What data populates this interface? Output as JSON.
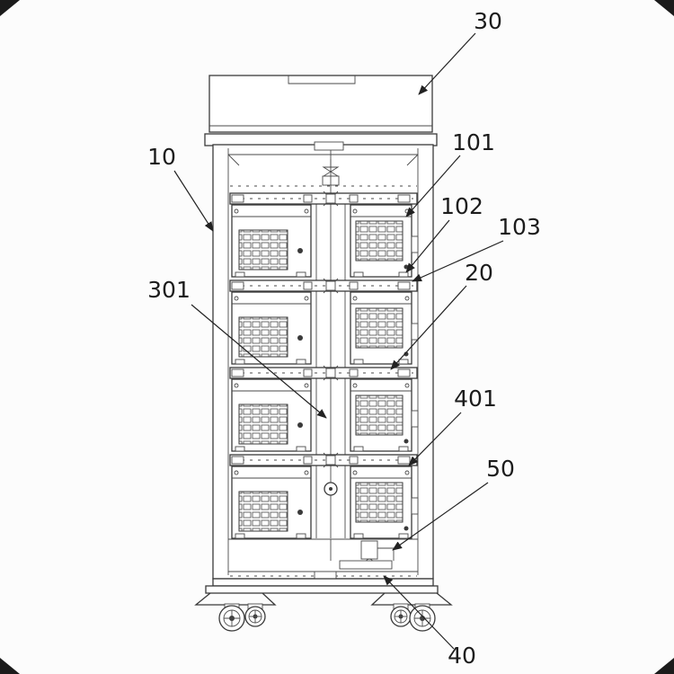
{
  "figure": {
    "background": "#fcfcfc",
    "line_color": "#3a3a3a",
    "label_color": "#1c1c1c",
    "labels": [
      {
        "text": "30"
      },
      {
        "text": "10"
      },
      {
        "text": "101"
      },
      {
        "text": "102"
      },
      {
        "text": "103"
      },
      {
        "text": "20"
      },
      {
        "text": "301"
      },
      {
        "text": "401"
      },
      {
        "text": "50"
      },
      {
        "text": "40"
      }
    ]
  }
}
